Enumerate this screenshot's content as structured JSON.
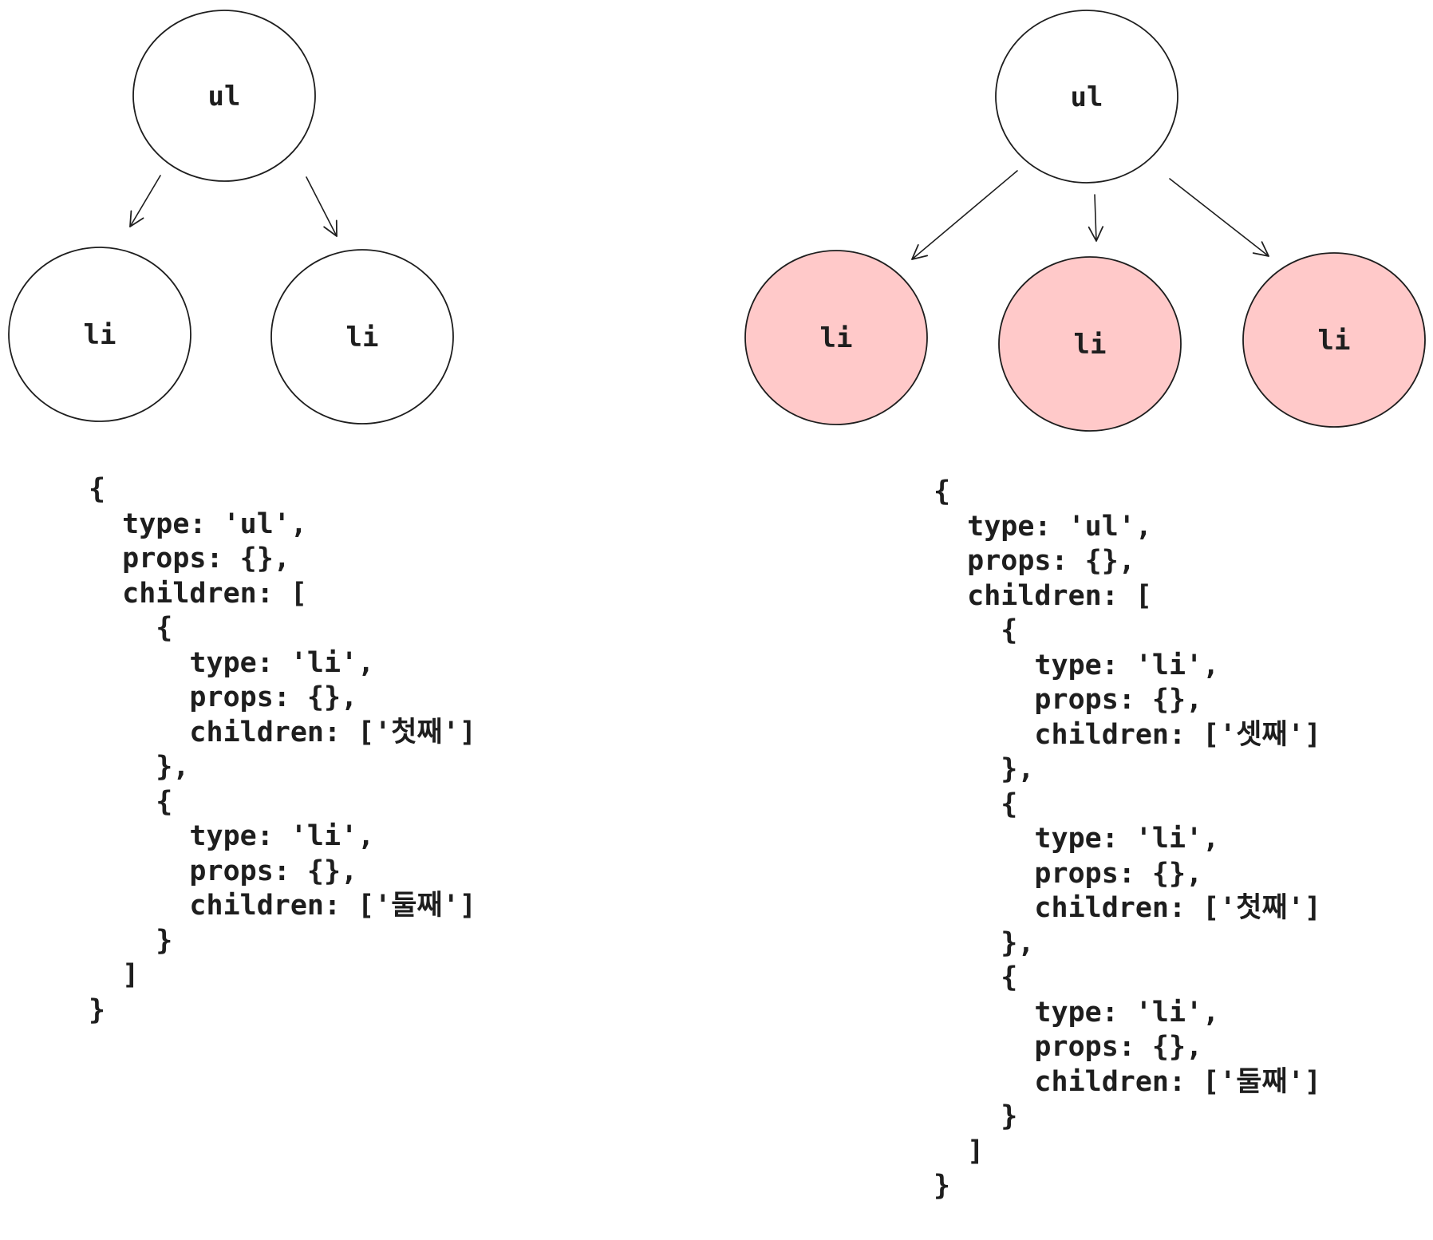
{
  "colors": {
    "stroke": "#1e1e1e",
    "node_fill_default": "#ffffff",
    "node_fill_highlight": "#ffc9c9"
  },
  "left_tree": {
    "root": {
      "label": "ul"
    },
    "children": [
      {
        "label": "li",
        "highlight": false
      },
      {
        "label": "li",
        "highlight": false
      }
    ],
    "code_lines": [
      "{",
      "  type: 'ul',",
      "  props: {},",
      "  children: [",
      "    {",
      "      type: 'li',",
      "      props: {},",
      "      children: ['첫째']",
      "    },",
      "    {",
      "      type: 'li',",
      "      props: {},",
      "      children: ['둘째']",
      "    }",
      "  ]",
      "}"
    ]
  },
  "right_tree": {
    "root": {
      "label": "ul"
    },
    "children": [
      {
        "label": "li",
        "highlight": true
      },
      {
        "label": "li",
        "highlight": true
      },
      {
        "label": "li",
        "highlight": true
      }
    ],
    "code_lines": [
      "{",
      "  type: 'ul',",
      "  props: {},",
      "  children: [",
      "    {",
      "      type: 'li',",
      "      props: {},",
      "      children: ['셋째']",
      "    },",
      "    {",
      "      type: 'li',",
      "      props: {},",
      "      children: ['첫째']",
      "    },",
      "    {",
      "      type: 'li',",
      "      props: {},",
      "      children: ['둘째']",
      "    }",
      "  ]",
      "}"
    ]
  }
}
